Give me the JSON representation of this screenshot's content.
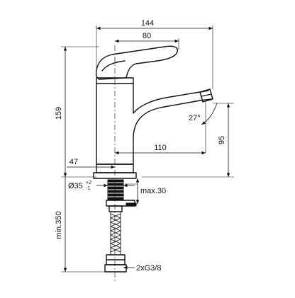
{
  "drawing": {
    "dimensions": {
      "overall_length": "144",
      "handle_length": "80",
      "overall_height": "159",
      "spout_reach": "110",
      "body_diameter_offset": "47",
      "spout_height": "95",
      "spout_angle": "27°",
      "shank_diameter": "Ø35",
      "shank_tolerance_upper": "+2",
      "shank_tolerance_lower": "-1",
      "max_deck_thickness": "max.30",
      "hose_length": "min.350",
      "connection_thread": "2xG3/8"
    }
  }
}
